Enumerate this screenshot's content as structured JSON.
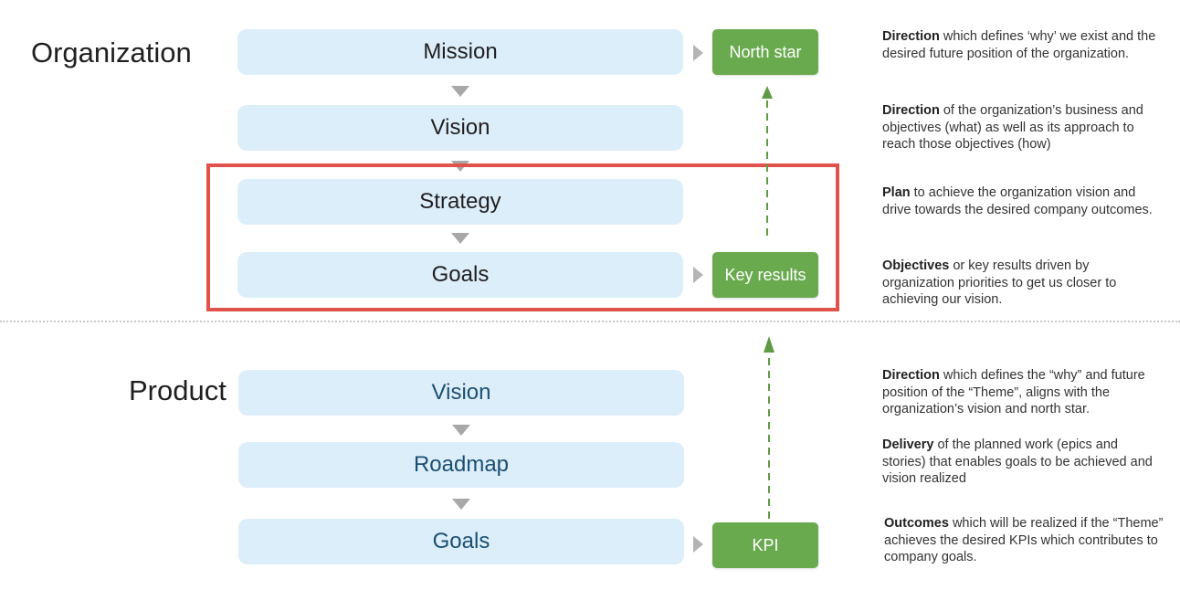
{
  "organization": {
    "title": "Organization",
    "pills": [
      "Mission",
      "Vision",
      "Strategy",
      "Goals"
    ],
    "green_boxes": {
      "north_star": "North star",
      "key_results": "Key results"
    },
    "descriptions": [
      {
        "bold": "Direction",
        "text": " which defines ‘why’ we exist and the desired future position of the organization."
      },
      {
        "bold": "Direction",
        "text": " of the organization’s business and objectives (what) as well as its approach to reach those objectives (how)"
      },
      {
        "bold": "Plan",
        "text": " to achieve the organization vision and drive towards the desired company outcomes."
      },
      {
        "bold": "Objectives",
        "text": " or key results driven by organization priorities to get us closer to achieving our vision."
      }
    ]
  },
  "product": {
    "title": "Product",
    "pills": [
      "Vision",
      "Roadmap",
      "Goals"
    ],
    "green_boxes": {
      "kpi": "KPI"
    },
    "descriptions": [
      {
        "bold": "Direction",
        "text": " which defines the “why” and future position of the “Theme”, aligns with the organization’s vision and north star."
      },
      {
        "bold": "Delivery",
        "text": " of the planned work (epics and stories) that enables goals to be achieved and vision realized"
      },
      {
        "bold": "Outcomes",
        "text": " which will be realized if the “Theme” achieves the desired KPIs which contributes to company goals."
      }
    ]
  },
  "colors": {
    "pill_fill": "#ddeefb",
    "green": "#6aaa4f",
    "highlight_border": "#e0524a",
    "dashed_arrow": "#5f9a45"
  }
}
